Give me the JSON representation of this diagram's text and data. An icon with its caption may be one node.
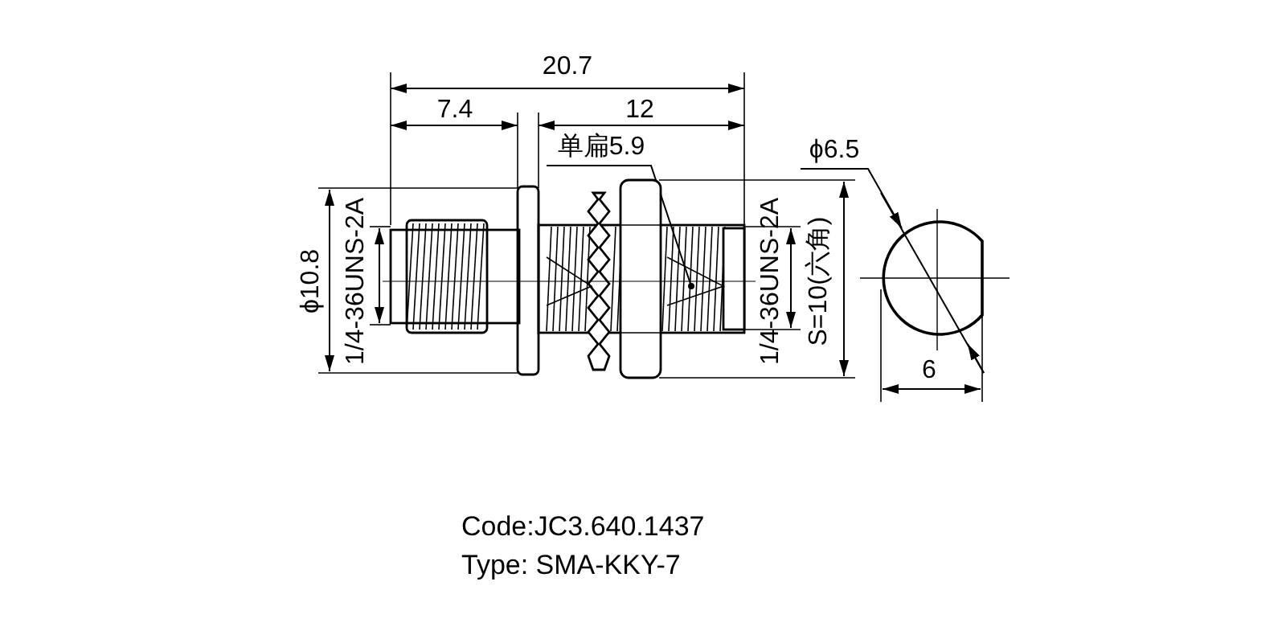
{
  "diagram": {
    "labels": [
      "20.7",
      "7.4",
      "12",
      "单扁5.9",
      "ϕ6.5",
      "ϕ10.8",
      "1/4-36UNS-2A",
      "1/4-36UNS-2A",
      "S=10(六角)",
      "6",
      "Code:JC3.640.1437",
      "Type: SMA-KKY-7"
    ]
  }
}
